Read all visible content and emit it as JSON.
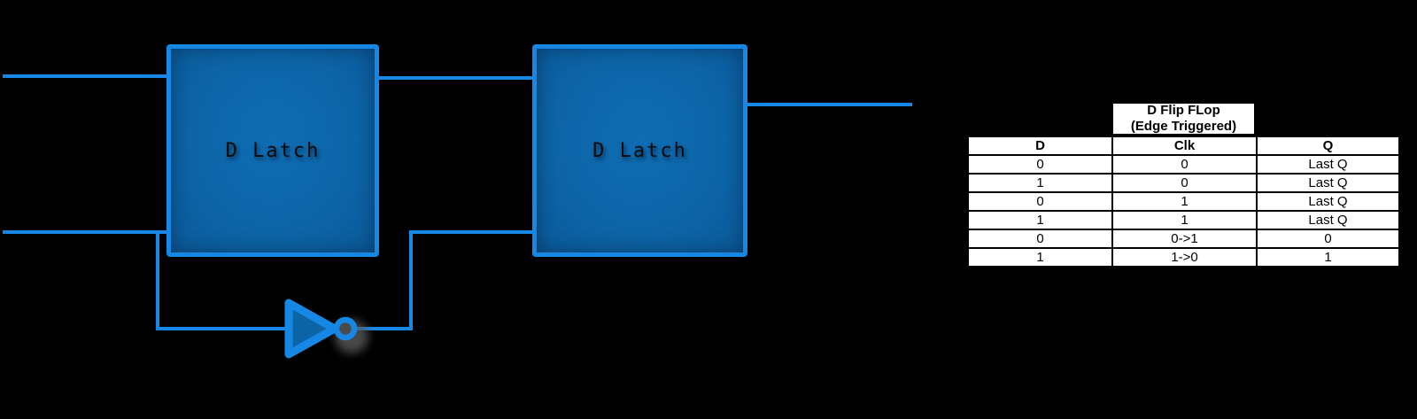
{
  "colors": {
    "background": "#000000",
    "accent": "#1787e6",
    "latch_fill": "#0d65a8",
    "table_red": "#ef3b24"
  },
  "circuit": {
    "latches": [
      {
        "label": "D Latch"
      },
      {
        "label": "D Latch"
      }
    ],
    "gate": {
      "name": "inverter"
    }
  },
  "table": {
    "title_line1": "D Flip FLop",
    "title_line2": "(Edge Triggered)",
    "headers": [
      "D",
      "Clk",
      "Q"
    ],
    "rows": [
      {
        "d": "0",
        "clk": "0",
        "q": "Last Q",
        "clk_red": true
      },
      {
        "d": "1",
        "clk": "0",
        "q": "Last Q",
        "clk_red": true
      },
      {
        "d": "0",
        "clk": "1",
        "q": "Last Q",
        "clk_red": true
      },
      {
        "d": "1",
        "clk": "1",
        "q": "Last Q",
        "clk_red": true
      },
      {
        "d": "0",
        "clk": "0->1",
        "q": "0",
        "clk_red": false
      },
      {
        "d": "1",
        "clk": "1->0",
        "q": "1",
        "clk_red": false
      }
    ]
  }
}
